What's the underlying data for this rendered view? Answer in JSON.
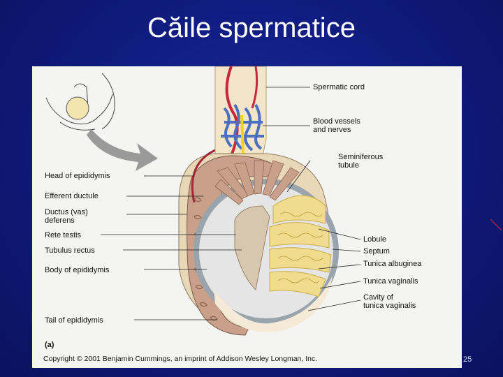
{
  "slide": {
    "title": "Căile spermatice",
    "page_number": "25"
  },
  "figure": {
    "tag": "(a)",
    "copyright": "Copyright © 2001 Benjamin Cummings, an imprint of Addison Wesley Longman, Inc.",
    "labels_left": {
      "head_of_epididymis": "Head of epididymis",
      "efferent_ductule": "Efferent ductule",
      "ductus_deferens_1": "Ductus (vas)",
      "ductus_deferens_2": "deferens",
      "rete_testis": "Rete testis",
      "tubulus_rectus": "Tubulus rectus",
      "body_of_epididymis": "Body of epididymis",
      "tail_of_epididymis": "Tail of epididymis"
    },
    "labels_right": {
      "spermatic_cord": "Spermatic cord",
      "blood_vessels_1": "Blood vessels",
      "blood_vessels_2": "and nerves",
      "seminiferous_1": "Seminiferous",
      "seminiferous_2": "tubule",
      "lobule": "Lobule",
      "septum": "Septum",
      "tunica_albuginea": "Tunica albuginea",
      "tunica_vaginalis": "Tunica vaginalis",
      "cavity_1": "Cavity of",
      "cavity_2": "tunica vaginalis"
    },
    "colors": {
      "artery": "#c8263a",
      "vein": "#4a6fc2",
      "nerve": "#f2d21a",
      "epididymis": "#c9a08a",
      "seminiferous": "#f0dc8c",
      "tunica": "#9aa4ad",
      "cord": "#f3e6c8"
    }
  }
}
